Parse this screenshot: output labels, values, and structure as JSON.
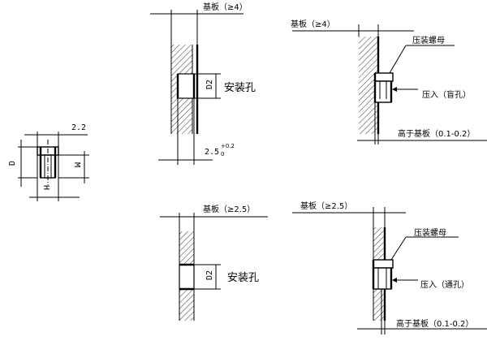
{
  "nut_detail": {
    "dim_top": "2.2",
    "dim_left": "D",
    "dim_right": "M",
    "dim_bottom": "H"
  },
  "view_top_middle": {
    "substrate_label": "基板（≥4）",
    "hole_dim": "D2",
    "hole_label": "安装孔",
    "depth_dim": "2.5",
    "depth_tol": "+0.2",
    "depth_tol_low": "0"
  },
  "view_top_right": {
    "substrate_label": "基板（≥4）",
    "nut_label": "压装螺母",
    "press_label": "压入（盲孔）",
    "height_label": "高于基板（0.1-0.2）"
  },
  "view_bottom_middle": {
    "substrate_label": "基板（≥2.5）",
    "hole_dim": "D2",
    "hole_label": "安装孔"
  },
  "view_bottom_right": {
    "substrate_label": "基板（≥2.5）",
    "nut_label": "压装螺母",
    "press_label": "压入（通孔）",
    "height_label": "高于基板（0.1-0.2）"
  }
}
